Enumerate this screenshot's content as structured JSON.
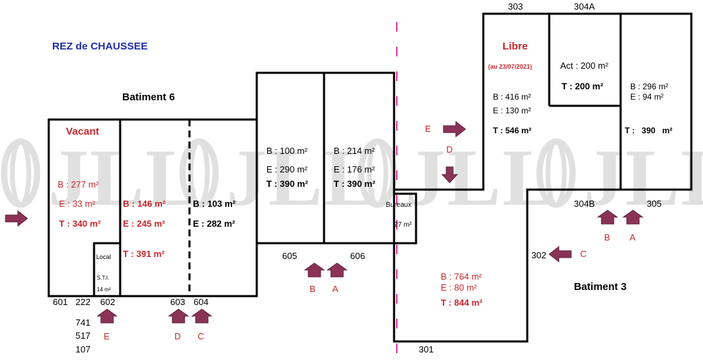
{
  "title": "REZ de CHAUSSEE",
  "buildings": {
    "b6": "Batiment 6",
    "b3": "Batiment 3"
  },
  "b6_units": {
    "u601": {
      "status": "Vacant",
      "b": "B : 277 m²",
      "e": "E : 33 m²",
      "t": "T : 340 m²"
    },
    "local": {
      "l1": "Local",
      "l2": "S.T.I.",
      "l3": "14 m²"
    },
    "u602": {
      "b": "B : 146 m²",
      "e": "E : 245 m²",
      "t": "T : 391 m²"
    },
    "u603": {
      "b": "B : 103 m²",
      "e": "E : 282 m²"
    },
    "u605": {
      "b": "B : 100 m²",
      "e": "E : 290 m²",
      "t": "T : 390 m²"
    },
    "u606": {
      "b": "B : 214 m²",
      "e": "E : 176 m²",
      "t": "T : 390 m²"
    },
    "bureaux": {
      "label": "Bureaux",
      "area": "27 m²"
    }
  },
  "b3_units": {
    "u303": {
      "status": "Libre",
      "date": "(au 23/07/2021)",
      "b": "B : 416 m²",
      "e": "E : 130 m²",
      "t": "T : 546 m²"
    },
    "u304a": {
      "act": "Act : 200 m²",
      "t": "T : 200 m²"
    },
    "u305": {
      "b": "B : 296 m²",
      "e": "E :   94 m²",
      "t": "T :   390   m²"
    },
    "u301": {
      "b": "B : 764 m²",
      "e": "E :   80 m²",
      "t": "T : 844 m²"
    }
  },
  "door_numbers": {
    "n601": "601",
    "n222": "222",
    "n602": "602",
    "n603": "603",
    "n604": "604",
    "n741": "741",
    "n517": "517",
    "n107": "107",
    "n605": "605",
    "n606": "606",
    "n303": "303",
    "n304a": "304A",
    "n304b": "304B",
    "n305": "305",
    "n302": "302",
    "n301": "301"
  },
  "access_letters": {
    "a_605_b": "B",
    "a_605_a": "A",
    "a_602_e": "E",
    "a_603_d": "D",
    "a_604_c": "C",
    "a_b3_e": "E",
    "a_b3_d": "D",
    "a_304b_b": "B",
    "a_305_a": "A",
    "a_302_c": "C"
  },
  "watermark": "JLL",
  "colors": {
    "red": "#c8282d",
    "blue": "#1f2fa8",
    "arrow": "#8b3357",
    "watermark": "#d6d6d6"
  }
}
